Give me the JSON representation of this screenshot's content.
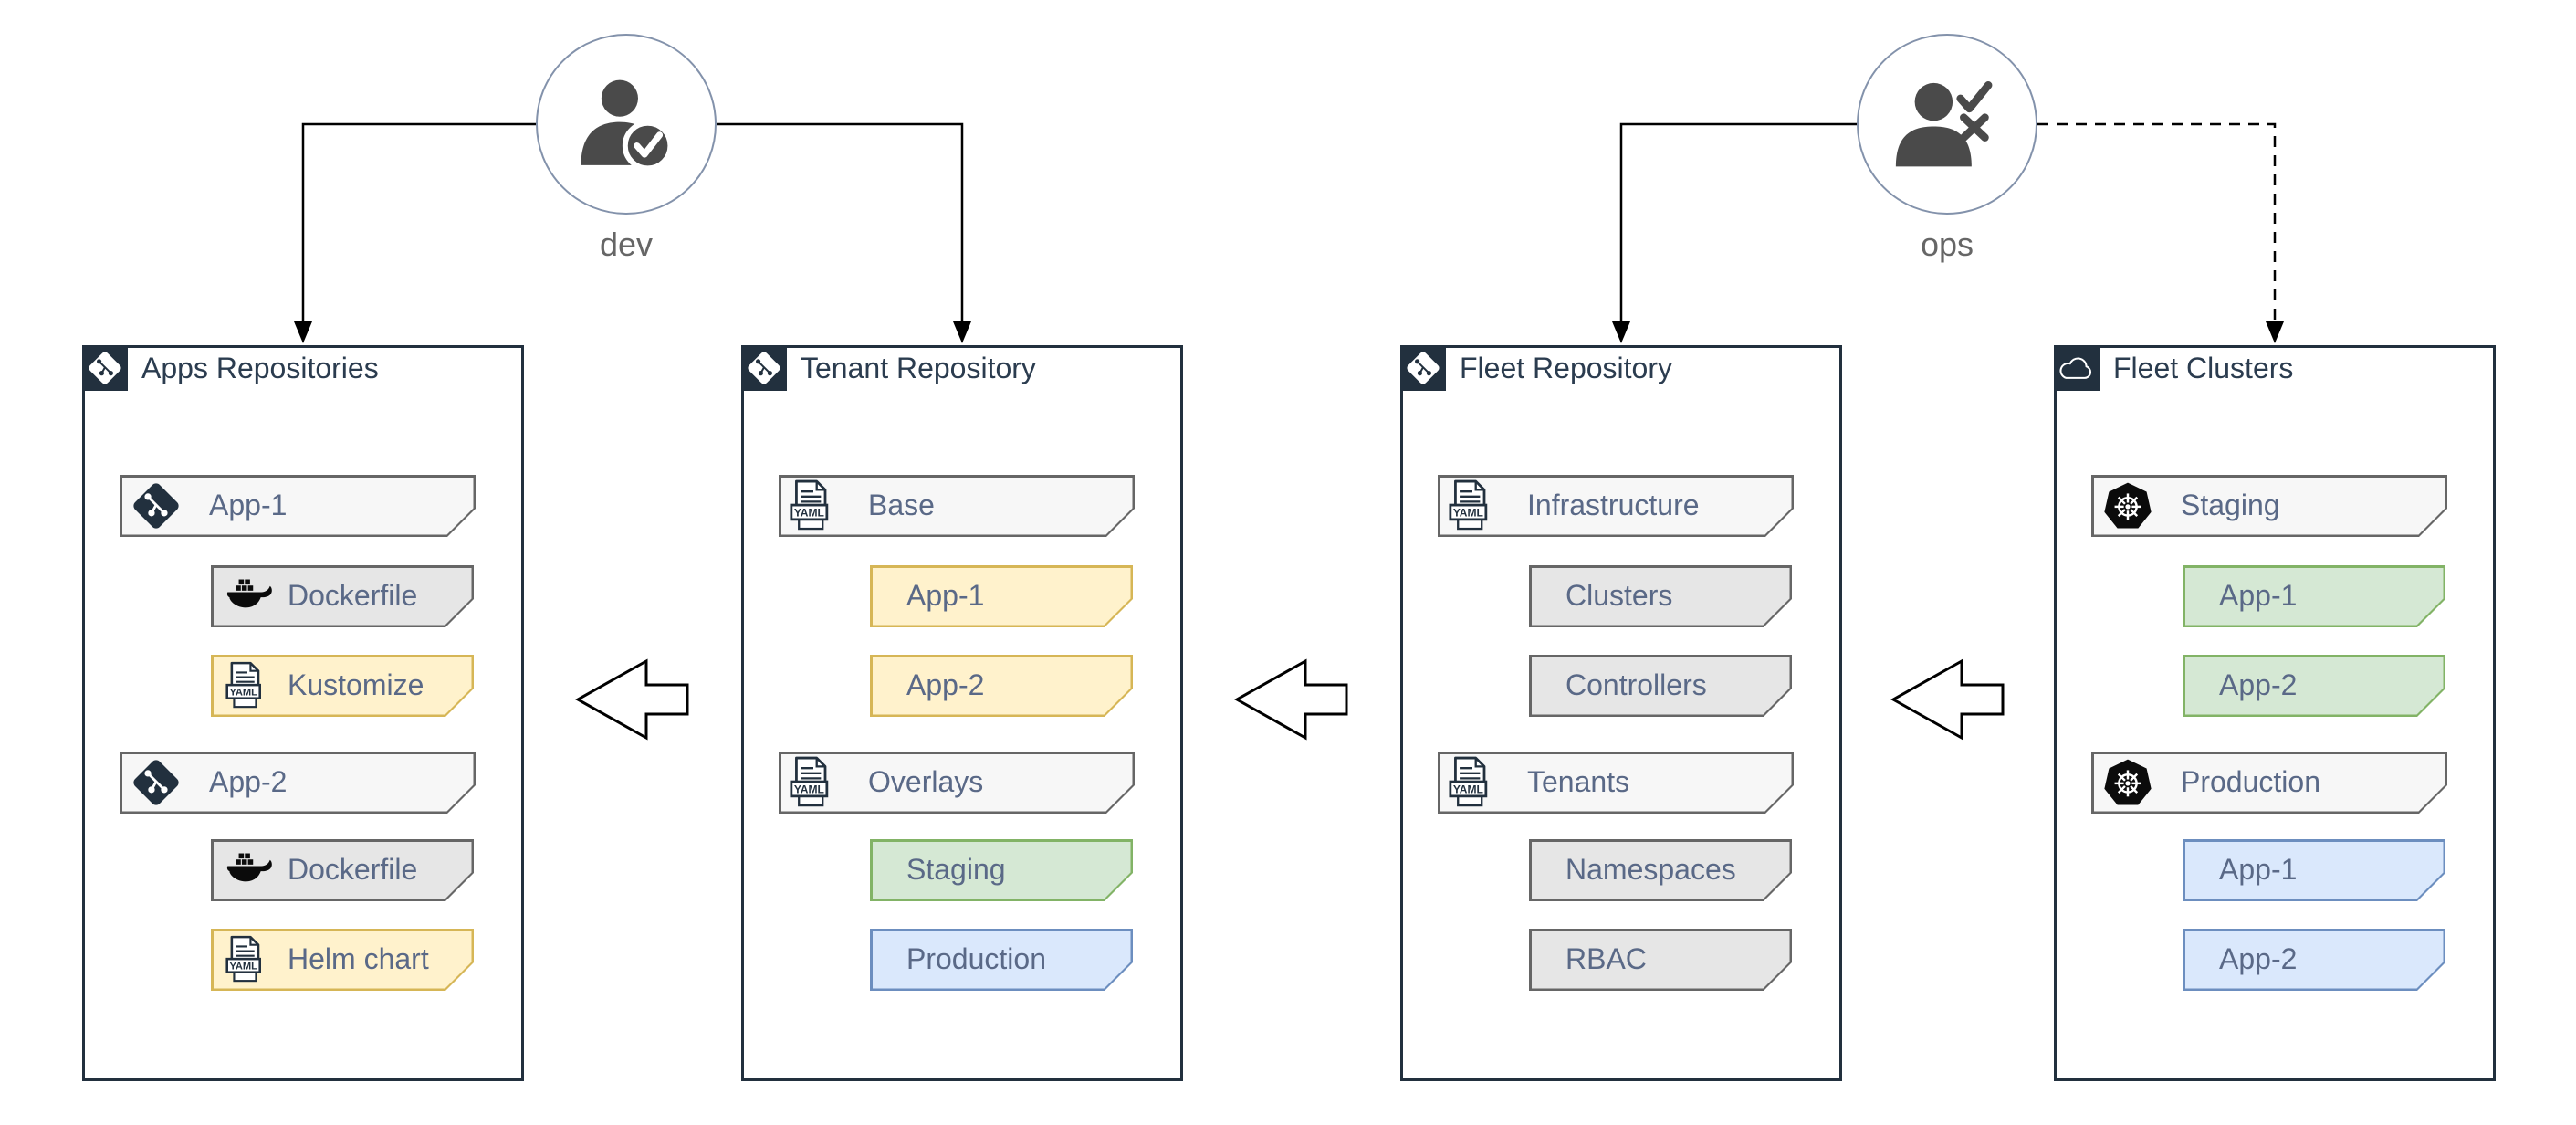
{
  "actors": [
    {
      "label": "dev",
      "icon": "user-approved-icon",
      "connects_to": [
        "Apps Repositories",
        "Tenant Repository"
      ]
    },
    {
      "label": "ops",
      "icon": "user-review-icon",
      "connects_to": [
        "Fleet Repository",
        "Fleet Clusters"
      ]
    }
  ],
  "containers": [
    {
      "title": "Apps Repositories",
      "header_icon": "git-icon",
      "items": [
        {
          "label": "App-1",
          "indent": 1,
          "icon": "git-icon",
          "palette": "light"
        },
        {
          "label": "Dockerfile",
          "indent": 2,
          "icon": "docker-icon",
          "palette": "gray"
        },
        {
          "label": "Kustomize",
          "indent": 2,
          "icon": "yaml-file-icon",
          "palette": "yellow"
        },
        {
          "label": "App-2",
          "indent": 1,
          "icon": "git-icon",
          "palette": "light"
        },
        {
          "label": "Dockerfile",
          "indent": 2,
          "icon": "docker-icon",
          "palette": "gray"
        },
        {
          "label": "Helm chart",
          "indent": 2,
          "icon": "yaml-file-icon",
          "palette": "yellow"
        }
      ]
    },
    {
      "title": "Tenant Repository",
      "header_icon": "git-icon",
      "items": [
        {
          "label": "Base",
          "indent": 1,
          "icon": "yaml-file-icon",
          "palette": "light"
        },
        {
          "label": "App-1",
          "indent": 2,
          "icon": null,
          "palette": "yellow"
        },
        {
          "label": "App-2",
          "indent": 2,
          "icon": null,
          "palette": "yellow"
        },
        {
          "label": "Overlays",
          "indent": 1,
          "icon": "yaml-file-icon",
          "palette": "light"
        },
        {
          "label": "Staging",
          "indent": 2,
          "icon": null,
          "palette": "green"
        },
        {
          "label": "Production",
          "indent": 2,
          "icon": null,
          "palette": "blue"
        }
      ]
    },
    {
      "title": "Fleet Repository",
      "header_icon": "git-icon",
      "items": [
        {
          "label": "Infrastructure",
          "indent": 1,
          "icon": "yaml-file-icon",
          "palette": "light"
        },
        {
          "label": "Clusters",
          "indent": 2,
          "icon": null,
          "palette": "gray"
        },
        {
          "label": "Controllers",
          "indent": 2,
          "icon": null,
          "palette": "gray"
        },
        {
          "label": "Tenants",
          "indent": 1,
          "icon": "yaml-file-icon",
          "palette": "light"
        },
        {
          "label": "Namespaces",
          "indent": 2,
          "icon": null,
          "palette": "gray"
        },
        {
          "label": "RBAC",
          "indent": 2,
          "icon": null,
          "palette": "gray"
        }
      ]
    },
    {
      "title": "Fleet Clusters",
      "header_icon": "cloud-icon",
      "items": [
        {
          "label": "Staging",
          "indent": 1,
          "icon": "kubernetes-icon",
          "palette": "light"
        },
        {
          "label": "App-1",
          "indent": 2,
          "icon": null,
          "palette": "green"
        },
        {
          "label": "App-2",
          "indent": 2,
          "icon": null,
          "palette": "green"
        },
        {
          "label": "Production",
          "indent": 1,
          "icon": "kubernetes-icon",
          "palette": "light"
        },
        {
          "label": "App-1",
          "indent": 2,
          "icon": null,
          "palette": "blue"
        },
        {
          "label": "App-2",
          "indent": 2,
          "icon": null,
          "palette": "blue"
        }
      ]
    }
  ],
  "connections": [
    {
      "from": "dev",
      "to": "Apps Repositories",
      "line": "solid",
      "arrowhead": "filled-triangle"
    },
    {
      "from": "dev",
      "to": "Tenant Repository",
      "line": "solid",
      "arrowhead": "filled-triangle"
    },
    {
      "from": "ops",
      "to": "Fleet Repository",
      "line": "solid",
      "arrowhead": "filled-triangle"
    },
    {
      "from": "ops",
      "to": "Fleet Clusters",
      "line": "dashed",
      "arrowhead": "filled-triangle"
    }
  ],
  "flow_arrows": [
    {
      "from": "Tenant Repository",
      "to": "Apps Repositories",
      "style": "hollow-left-arrow"
    },
    {
      "from": "Fleet Repository",
      "to": "Tenant Repository",
      "style": "hollow-left-arrow"
    },
    {
      "from": "Fleet Clusters",
      "to": "Fleet Repository",
      "style": "hollow-left-arrow"
    }
  ],
  "icons": {
    "yaml_badge_text": "YAML"
  },
  "colors": {
    "box_border": "#22303e",
    "box_header_bg": "#22303e",
    "title_text": "#2b3c4f",
    "item_label": "#5a6987",
    "actor_label": "#666666",
    "actor_glyph": "#4a4a4a",
    "actor_circle_border": "#8392ab",
    "line": "#000000",
    "light_fill": "#f7f7f7",
    "light_stroke": "#666666",
    "gray_fill": "#e6e6e6",
    "gray_stroke": "#666666",
    "yellow_fill": "#fff2cc",
    "yellow_stroke": "#d6b656",
    "green_fill": "#d5e8d4",
    "green_stroke": "#82b366",
    "blue_fill": "#dae8fc",
    "blue_stroke": "#6c8ebf"
  }
}
